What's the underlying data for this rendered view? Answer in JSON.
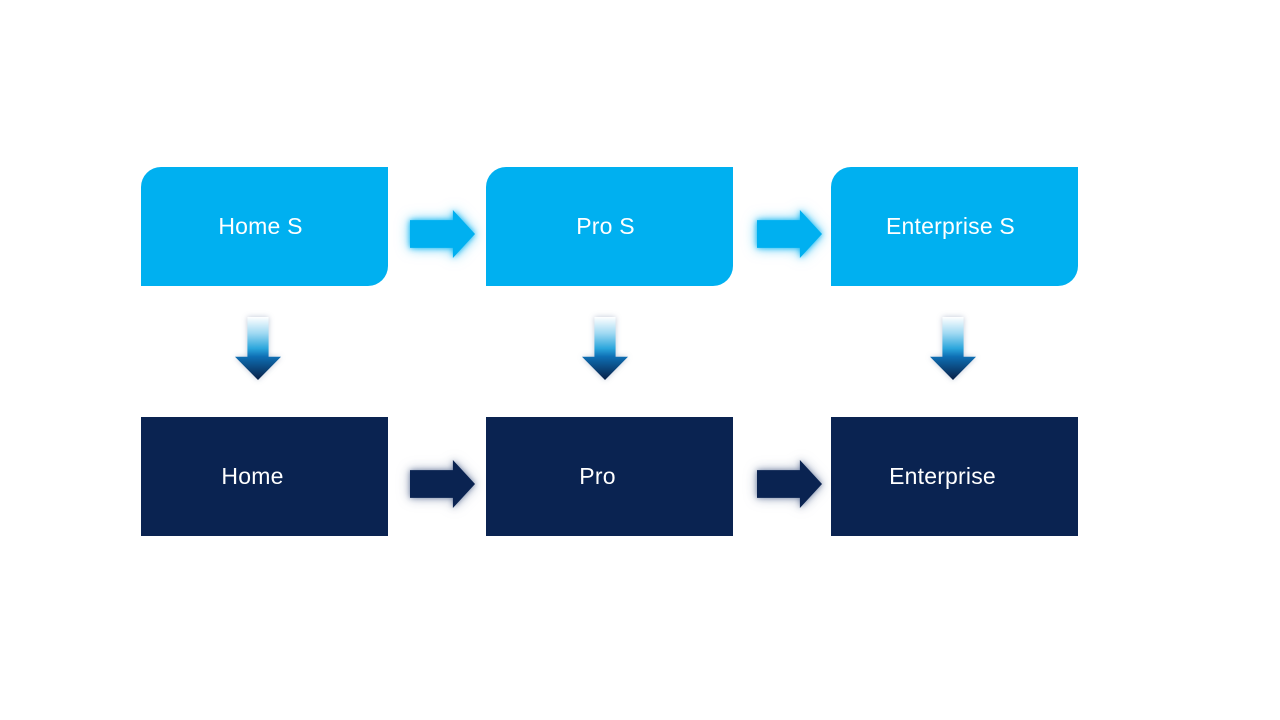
{
  "diagram": {
    "columns": [
      {
        "top": {
          "label": "Home S"
        },
        "bottom": {
          "label": "Home"
        }
      },
      {
        "top": {
          "label": "Pro S"
        },
        "bottom": {
          "label": "Pro"
        }
      },
      {
        "top": {
          "label": "Enterprise S"
        },
        "bottom": {
          "label": "Enterprise"
        }
      }
    ],
    "colors": {
      "background": "#FFFFFF",
      "top_box_fill": "#00B0F0",
      "bottom_box_fill": "#0A2351",
      "label_text": "#FFFFFF",
      "top_arrow_fill": "#00B0F0",
      "bottom_arrow_fill": "#0A2351",
      "down_arrow_gradient": [
        "#FFFFFF",
        "#9FD9F2",
        "#2BA6DC",
        "#0E6FB4",
        "#081F45"
      ]
    }
  }
}
